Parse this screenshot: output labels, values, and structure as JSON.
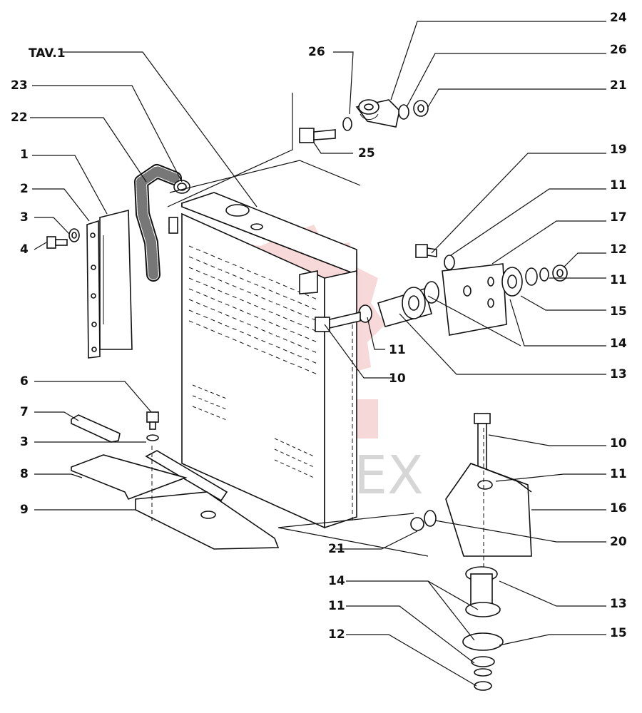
{
  "diagram": {
    "reference": "TAV.1",
    "watermark": "ИНТЕХ",
    "callouts": {
      "p1": "1",
      "p2": "2",
      "p3a": "3",
      "p4": "4",
      "p6": "6",
      "p7": "7",
      "p3b": "3",
      "p8": "8",
      "p9": "9",
      "p22": "22",
      "p23": "23",
      "p26a": "26",
      "p25": "25",
      "p24": "24",
      "p26b": "26",
      "p21a": "21",
      "p19": "19",
      "p11a": "11",
      "p17": "17",
      "p12a": "12",
      "p11b": "11",
      "p15a": "15",
      "p14a": "14",
      "p13a": "13",
      "p11c": "11",
      "p10a": "10",
      "p10b": "10",
      "p11d": "11",
      "p16": "16",
      "p20": "20",
      "p21b": "21",
      "p14b": "14",
      "p11e": "11",
      "p12b": "12",
      "p13b": "13",
      "p15b": "15"
    }
  }
}
